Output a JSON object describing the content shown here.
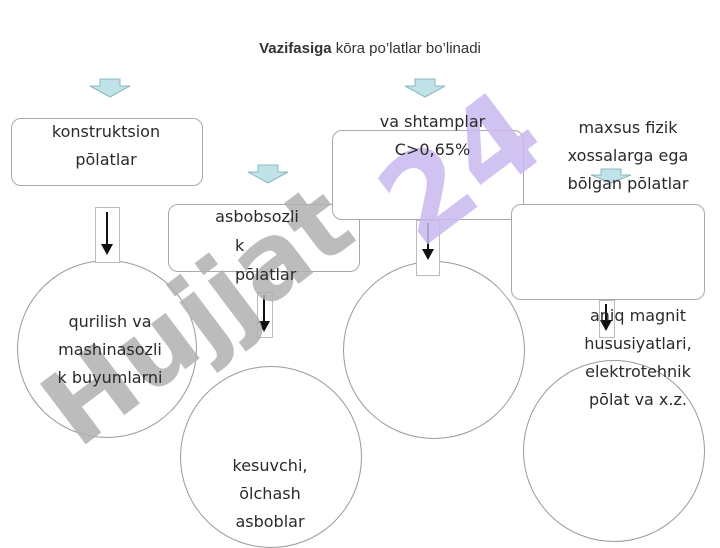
{
  "title": {
    "bold": "Vazifasiga",
    "rest": " kōra po’latlar bo’linadi"
  },
  "boxes": {
    "konstruktsion": [
      "konstruktsion",
      "pōlatlar"
    ],
    "asbobsozlik": [
      "asbobsozli",
      "k",
      "pōlatlar"
    ],
    "shtamplar": [
      "va shtamplar",
      "C>0,65%"
    ],
    "maxsus": [
      "maxsus fizik",
      "xossalarga ega",
      "bōlgan pōlatlar"
    ]
  },
  "circles": {
    "qurilish": [
      "qurilish va",
      "mashinasozli",
      "k buyumlarni"
    ],
    "kesuvchi": [
      "kesuvchi,",
      "ōlchash",
      "asboblar"
    ],
    "magnit": [
      "aniq magnit",
      "hususiyatlari,",
      "elektrotehnik",
      "pōlat va x.z."
    ]
  },
  "watermark": "Hujjat 24",
  "colors": {
    "arrow_fill": "#bfe3e8",
    "arrow_stroke": "#8bb7c0",
    "watermark_gray": "#b0b0b0",
    "watermark_purple": "#c9b8ee"
  }
}
